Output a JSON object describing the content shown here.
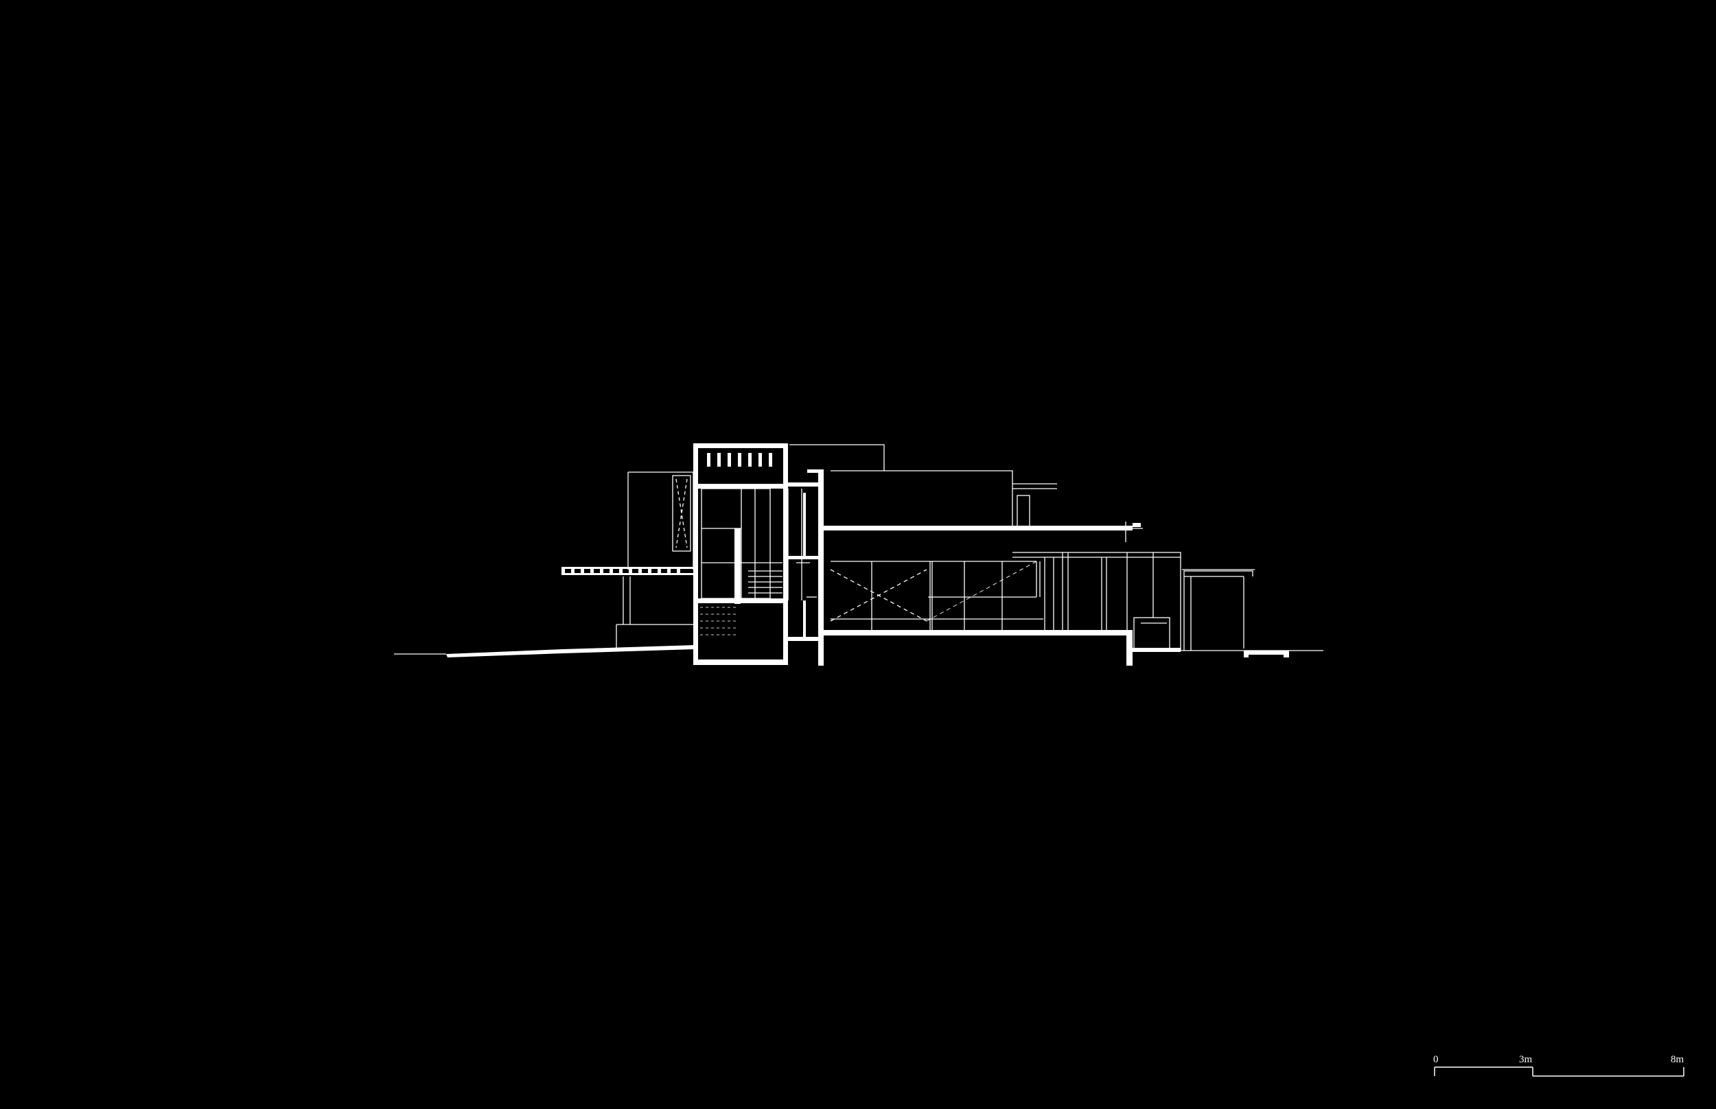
{
  "colors": {
    "background": "#000000",
    "linework": "#ffffff",
    "cut": "#ffffff"
  },
  "scale_bar": {
    "labels": [
      "0",
      "3m",
      "8m"
    ]
  }
}
